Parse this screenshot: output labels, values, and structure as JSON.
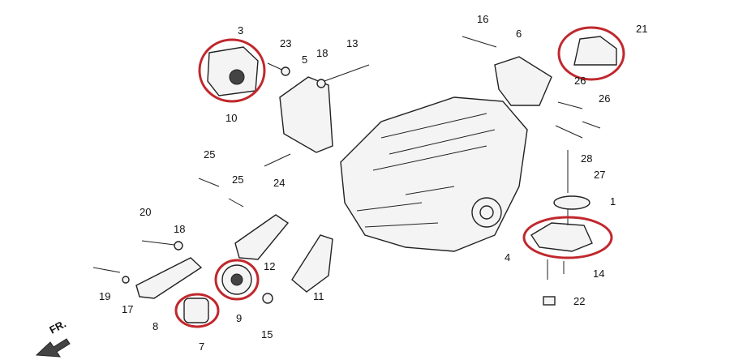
{
  "diagram": {
    "direction_label": "FR.",
    "highlight_color": "#c0282d",
    "callouts": [
      {
        "id": "3",
        "label": "3"
      },
      {
        "id": "23",
        "label": "23"
      },
      {
        "id": "18a",
        "label": "18"
      },
      {
        "id": "13",
        "label": "13"
      },
      {
        "id": "5",
        "label": "5"
      },
      {
        "id": "10",
        "label": "10"
      },
      {
        "id": "16",
        "label": "16"
      },
      {
        "id": "6",
        "label": "6"
      },
      {
        "id": "21",
        "label": "21"
      },
      {
        "id": "26a",
        "label": "26"
      },
      {
        "id": "26b",
        "label": "26"
      },
      {
        "id": "28",
        "label": "28"
      },
      {
        "id": "27",
        "label": "27"
      },
      {
        "id": "1",
        "label": "1"
      },
      {
        "id": "4",
        "label": "4"
      },
      {
        "id": "14",
        "label": "14"
      },
      {
        "id": "22",
        "label": "22"
      },
      {
        "id": "25a",
        "label": "25"
      },
      {
        "id": "25b",
        "label": "25"
      },
      {
        "id": "24",
        "label": "24"
      },
      {
        "id": "20",
        "label": "20"
      },
      {
        "id": "18b",
        "label": "18"
      },
      {
        "id": "12",
        "label": "12"
      },
      {
        "id": "11",
        "label": "11"
      },
      {
        "id": "19",
        "label": "19"
      },
      {
        "id": "17",
        "label": "17"
      },
      {
        "id": "8",
        "label": "8"
      },
      {
        "id": "9",
        "label": "9"
      },
      {
        "id": "7",
        "label": "7"
      },
      {
        "id": "15",
        "label": "15"
      }
    ]
  }
}
